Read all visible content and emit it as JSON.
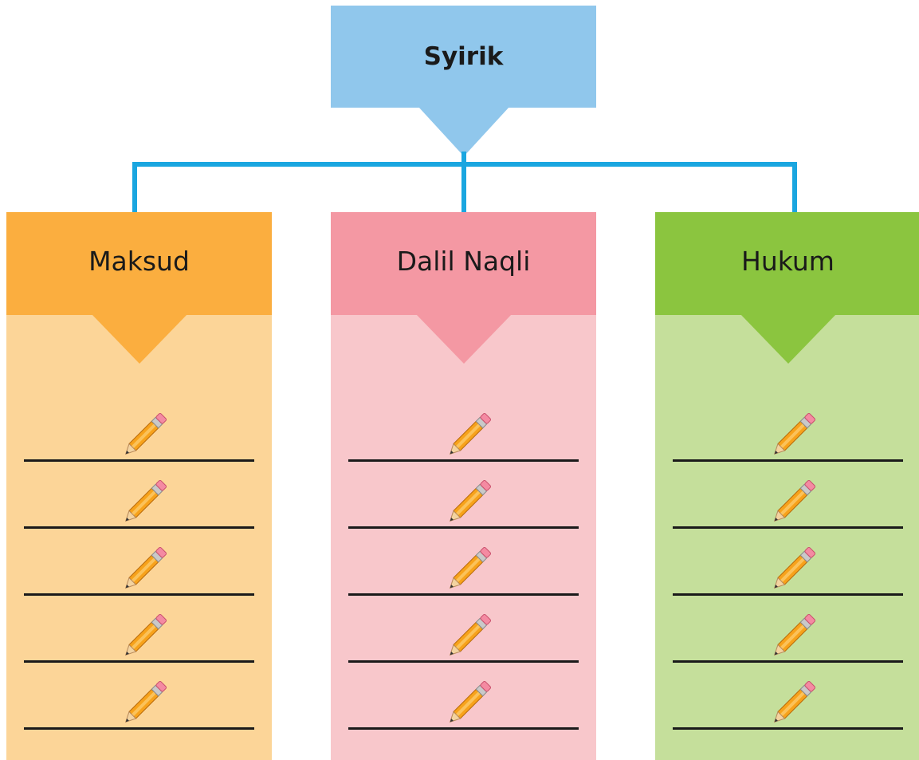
{
  "root": {
    "label": "Syirik"
  },
  "columns": [
    {
      "label": "Maksud",
      "head_color": "#fbae3f",
      "body_color": "#fcd598",
      "rows": 5
    },
    {
      "label": "Dalil Naqli",
      "head_color": "#f498a3",
      "body_color": "#f8c7cb",
      "rows": 5
    },
    {
      "label": "Hukum",
      "head_color": "#8bc53f",
      "body_color": "#c5df9b",
      "rows": 5
    }
  ],
  "colors": {
    "connector": "#1aa6e0",
    "root": "#90c7ec"
  },
  "icons": {
    "row_icon": "pencil-icon"
  }
}
